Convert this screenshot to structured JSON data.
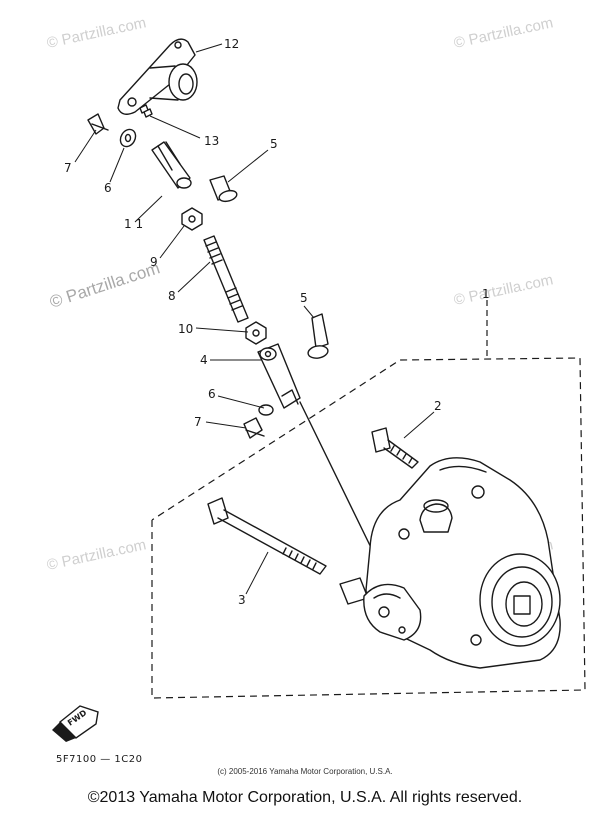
{
  "watermarks": {
    "brand": "© Partzilla.com",
    "brand_center": "© Partzilla.com"
  },
  "callouts": [
    {
      "id": "12",
      "label": "12"
    },
    {
      "id": "13",
      "label": "13"
    },
    {
      "id": "7a",
      "label": "7"
    },
    {
      "id": "6a",
      "label": "6"
    },
    {
      "id": "5a",
      "label": "5"
    },
    {
      "id": "11",
      "label": "1 1"
    },
    {
      "id": "9",
      "label": "9"
    },
    {
      "id": "8",
      "label": "8"
    },
    {
      "id": "5b",
      "label": "5"
    },
    {
      "id": "1",
      "label": "1"
    },
    {
      "id": "10",
      "label": "10"
    },
    {
      "id": "4",
      "label": "4"
    },
    {
      "id": "6b",
      "label": "6"
    },
    {
      "id": "7b",
      "label": "7"
    },
    {
      "id": "2",
      "label": "2"
    },
    {
      "id": "3",
      "label": "3"
    }
  ],
  "fwd_mark": "FWD",
  "diagram_code": "5F7100 — 1C20",
  "small_copyright": "(c) 2005-2016 Yamaha Motor Corporation, U.S.A.",
  "copyright": "©2013 Yamaha Motor Corporation, U.S.A. All rights reserved."
}
